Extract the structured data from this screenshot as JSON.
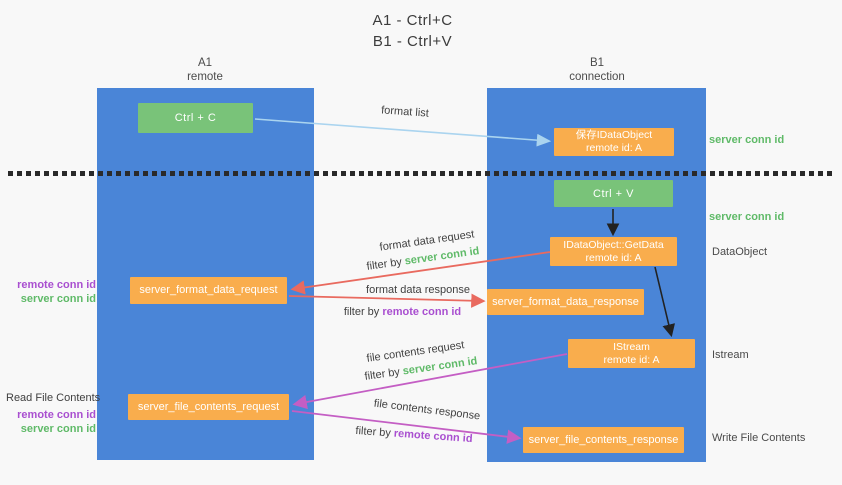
{
  "title": {
    "line1": "A1 - Ctrl+C",
    "line2": "B1 - Ctrl+V"
  },
  "lanes": {
    "left": {
      "name": "A1",
      "subtitle": "remote"
    },
    "right": {
      "name": "B1",
      "subtitle": "connection"
    }
  },
  "nodes": {
    "ctrl_c": {
      "label": "Ctrl + C"
    },
    "ctrl_v": {
      "label": "Ctrl + V"
    },
    "save_dataobject": {
      "line1": "保存IDataObject",
      "line2": "remote id: A"
    },
    "getdata": {
      "line1": "IDataObject::GetData",
      "line2": "remote id: A"
    },
    "istream": {
      "line1": "IStream",
      "line2": "remote id: A"
    },
    "format_request": {
      "label": "server_format_data_request"
    },
    "format_response": {
      "label": "server_format_data_response"
    },
    "file_request": {
      "label": "server_file_contents_request"
    },
    "file_response": {
      "label": "server_file_contents_response"
    }
  },
  "edge_labels": {
    "format_list": "format list",
    "format_request": "format data request",
    "format_request_filter": {
      "prefix": "filter by",
      "key": "server conn id"
    },
    "format_response": "format data response",
    "format_response_filter": {
      "prefix": "filter by",
      "key": "remote conn id"
    },
    "file_request": "file contents request",
    "file_request_filter": {
      "prefix": "filter by",
      "key": "server conn id"
    },
    "file_response": "file contents response",
    "file_response_filter": {
      "prefix": "filter by",
      "key": "remote conn id"
    }
  },
  "annotations": {
    "right_server_conn_id_top": "server conn id",
    "right_server_conn_id_mid": "server conn id",
    "right_dataobject": "DataObject",
    "right_istream": "Istream",
    "right_write_file": "Write File Contents",
    "left_remote_conn_id_format": "remote conn id",
    "left_server_conn_id_format": "server conn id",
    "left_read_file": "Read File Contents",
    "left_remote_conn_id_file": "remote conn id",
    "left_server_conn_id_file": "server conn id"
  },
  "colors": {
    "background": "#f8f8f8",
    "lane_blue": "#4a85d7",
    "node_green": "#79c379",
    "node_orange": "#f9ad4d",
    "arrow_light_blue": "#aad4ef",
    "arrow_red": "#e96a5f",
    "arrow_magenta": "#c45ec4",
    "arrow_black": "#222222",
    "text_green": "#5fba68",
    "text_purple": "#a94fd0"
  }
}
